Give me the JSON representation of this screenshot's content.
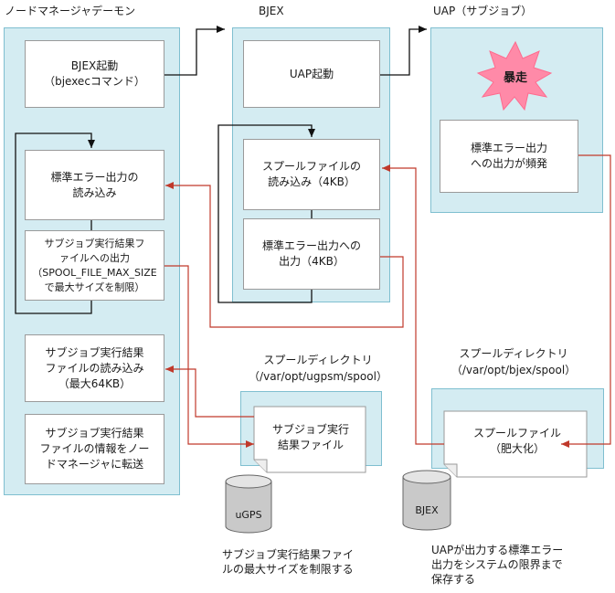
{
  "headers": {
    "node_manager": "ノードマネージャデーモン",
    "bjex": "BJEX",
    "uap": "UAP（サブジョブ）"
  },
  "node_manager": {
    "box1": "BJEX起動\n（bjexecコマンド）",
    "box2": "標準エラー出力の\n読み込み",
    "box3": "サブジョブ実行結果フ\nァイルへの出力\n（SPOOL_FILE_MAX_SIZE\nで最大サイズを制限）",
    "box4": "サブジョブ実行結果\nファイルの読み込み\n（最大64KB）",
    "box5": "サブジョブ実行結果\nファイルの情報をノー\nドマネージャに転送"
  },
  "bjex": {
    "box1": "UAP起動",
    "box2": "スプールファイルの\n読み込み（4KB）",
    "box3": "標準エラー出力への\n出力（4KB）"
  },
  "uap": {
    "burst": "暴走",
    "box1": "標準エラー出力\nへの出力が頻発"
  },
  "spool_ugpsm": {
    "title": "スプールディレクトリ\n（/var/opt/ugpsm/spool）",
    "file": "サブジョブ実行\n結果ファイル",
    "db": "uGPS",
    "note": "サブジョブ実行結果ファイ\nルの最大サイズを制限する"
  },
  "spool_bjex": {
    "title": "スプールディレクトリ\n（/var/opt/bjex/spool）",
    "file": "スプールファイル\n（肥大化）",
    "db": "BJEX",
    "note": "UAPが出力する標準エラー\n出力をシステムの限界まで\n保存する"
  },
  "colors": {
    "panel": "#d4ecf2",
    "panel_border": "#7fbfd0",
    "red_arrow": "#c0392b",
    "burst": "#ff8aa8"
  }
}
